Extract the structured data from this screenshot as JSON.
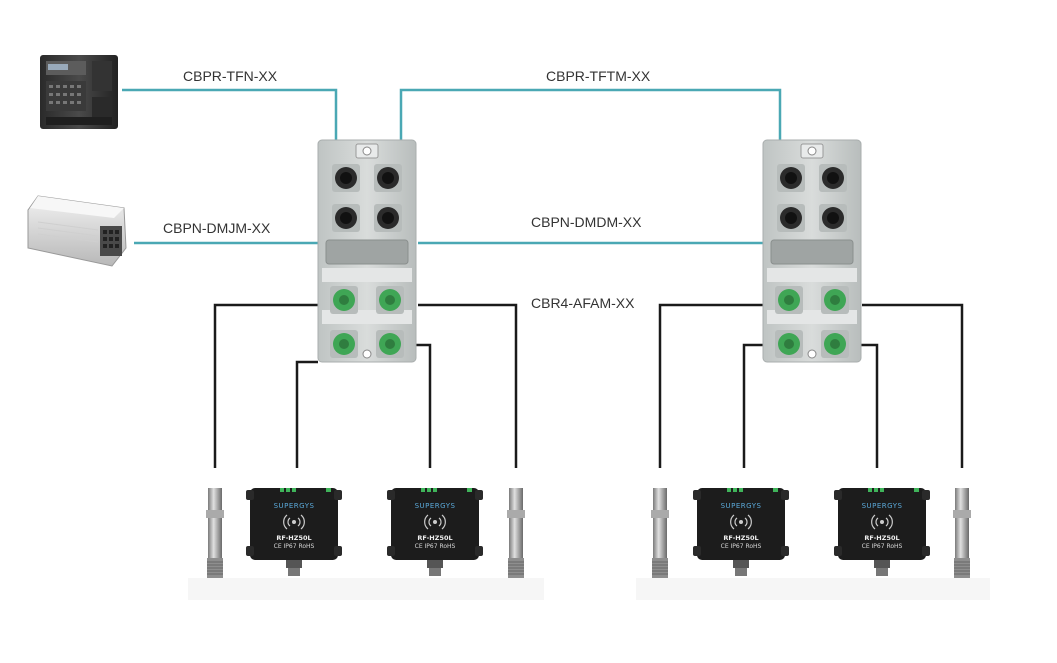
{
  "cables": {
    "plc_to_hub": "CBPR-TFN-XX",
    "hub_to_hub": "CBPR-TFTM-XX",
    "psu_to_hub": "CBPN-DMJM-XX",
    "power_hub_to_hub": "CBPN-DMDM-XX",
    "sensor_cable": "CBR4-AFAM-XX"
  },
  "reader": {
    "brand": "SUPERGYS",
    "model": "RF-HZ50L",
    "marks": "CE IP67 RoHS"
  },
  "colors": {
    "profinet_cable": "#4aa8b4",
    "sensor_cable": "#1a1a1a",
    "hub_body": "#cfd3d2",
    "port_green": "#3fa655",
    "reader_body": "#1c1c1c"
  }
}
